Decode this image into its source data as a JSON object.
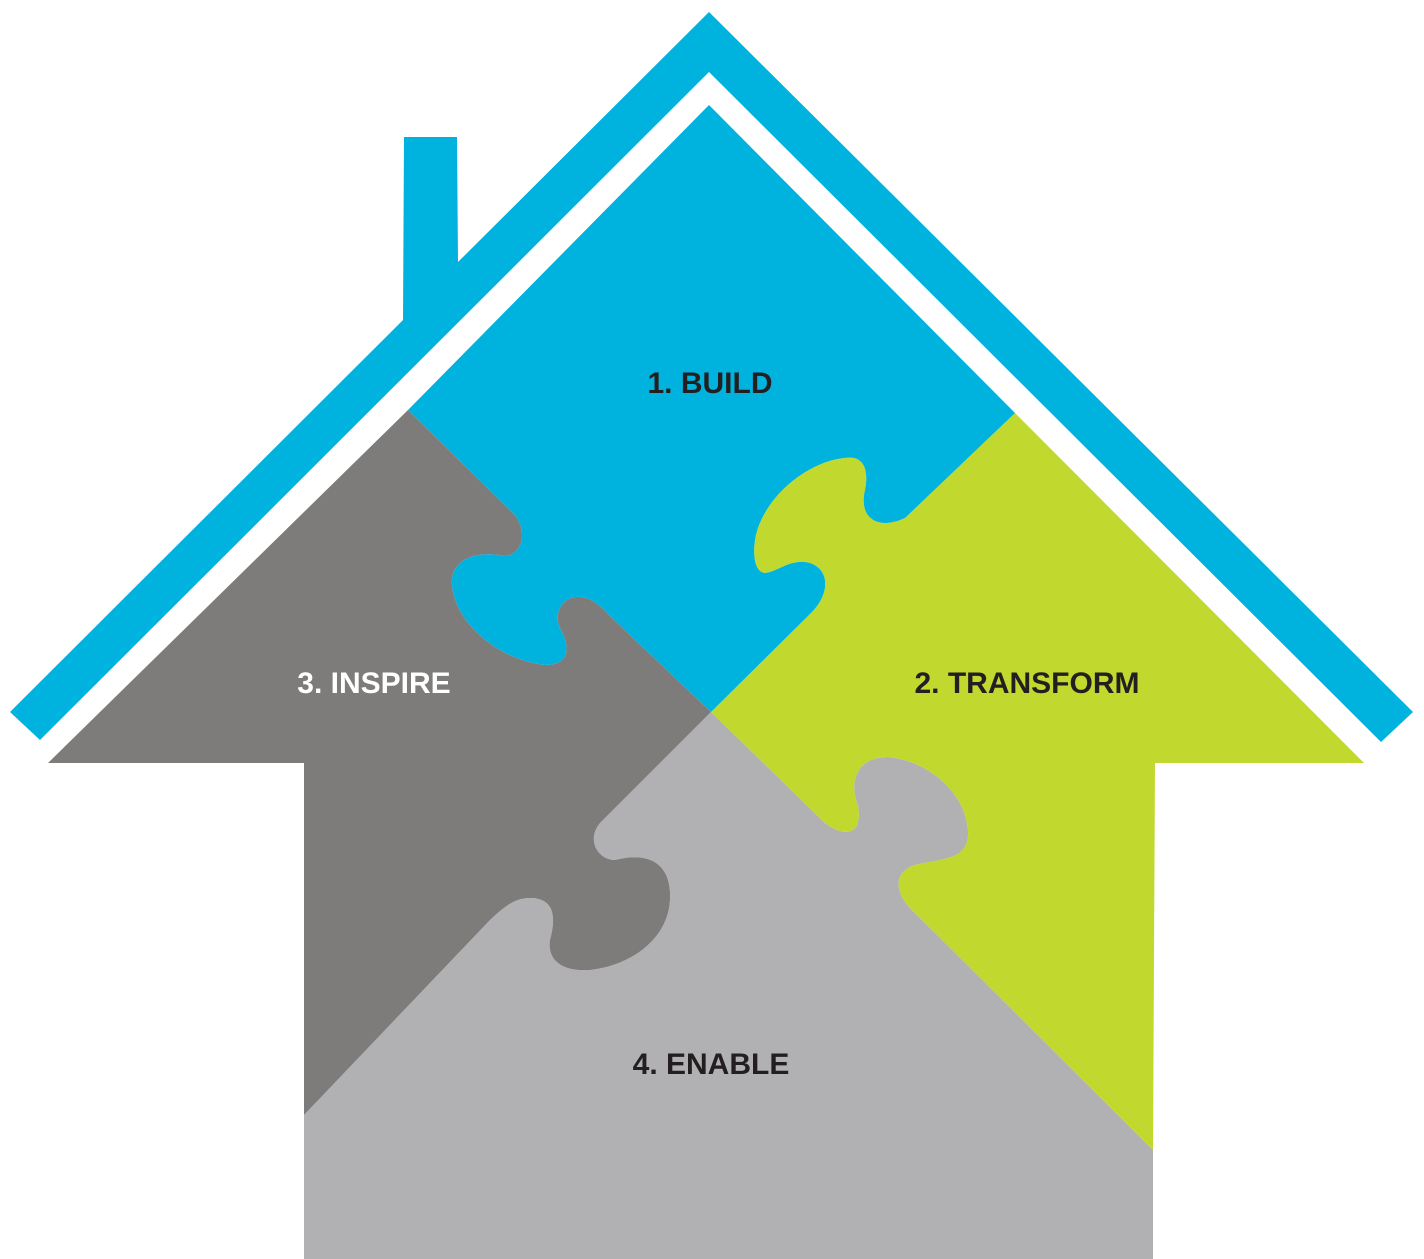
{
  "colors": {
    "background": "#ffffff",
    "roof": "#00b2de",
    "build": "#00b2de",
    "transform": "#c1d82f",
    "inspire": "#7d7c7a",
    "enable": "#b1b1b3",
    "label_dark": "#231f20",
    "label_light": "#ffffff"
  },
  "pieces": {
    "build": {
      "label": "1. BUILD"
    },
    "transform": {
      "label": "2. TRANSFORM"
    },
    "inspire": {
      "label": "3. INSPIRE"
    },
    "enable": {
      "label": "4. ENABLE"
    }
  }
}
